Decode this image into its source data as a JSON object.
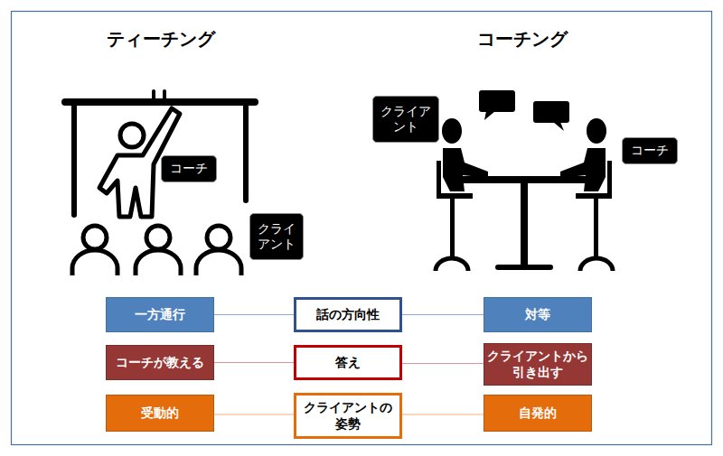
{
  "diagram": {
    "nodes": [
      {
        "text": [
          "コーチ"
        ]
      },
      {
        "text": [
          "クライ アント"
        ]
      },
      {
        "text": [
          "クライア ント"
        ]
      },
      {
        "text": [
          "コーチ"
        ]
      },
      {
        "text": [
          "一方通行"
        ]
      },
      {
        "text": [
          "話の方向性"
        ]
      },
      {
        "text": [
          "対等"
        ]
      },
      {
        "text": [
          "コーチが教える"
        ]
      },
      {
        "text": [
          "答え"
        ]
      },
      {
        "text": [
          "クライアントから 引き出す"
        ]
      },
      {
        "text": [
          "受動的"
        ]
      },
      {
        "text": [
          "クライアントの 姿勢"
        ]
      },
      {
        "text": [
          "自発的"
        ]
      }
    ],
    "edges": [
      {
        "from": 4,
        "to": 5,
        "arrow": "none"
      },
      {
        "from": 5,
        "to": 6,
        "arrow": "none"
      },
      {
        "from": 7,
        "to": 8,
        "arrow": "none"
      },
      {
        "from": 8,
        "to": 9,
        "arrow": "none"
      },
      {
        "from": 10,
        "to": 11,
        "arrow": "none"
      },
      {
        "from": 11,
        "to": 12,
        "arrow": "none"
      }
    ],
    "labels": [
      "ティーチング",
      "コーチング"
    ]
  }
}
